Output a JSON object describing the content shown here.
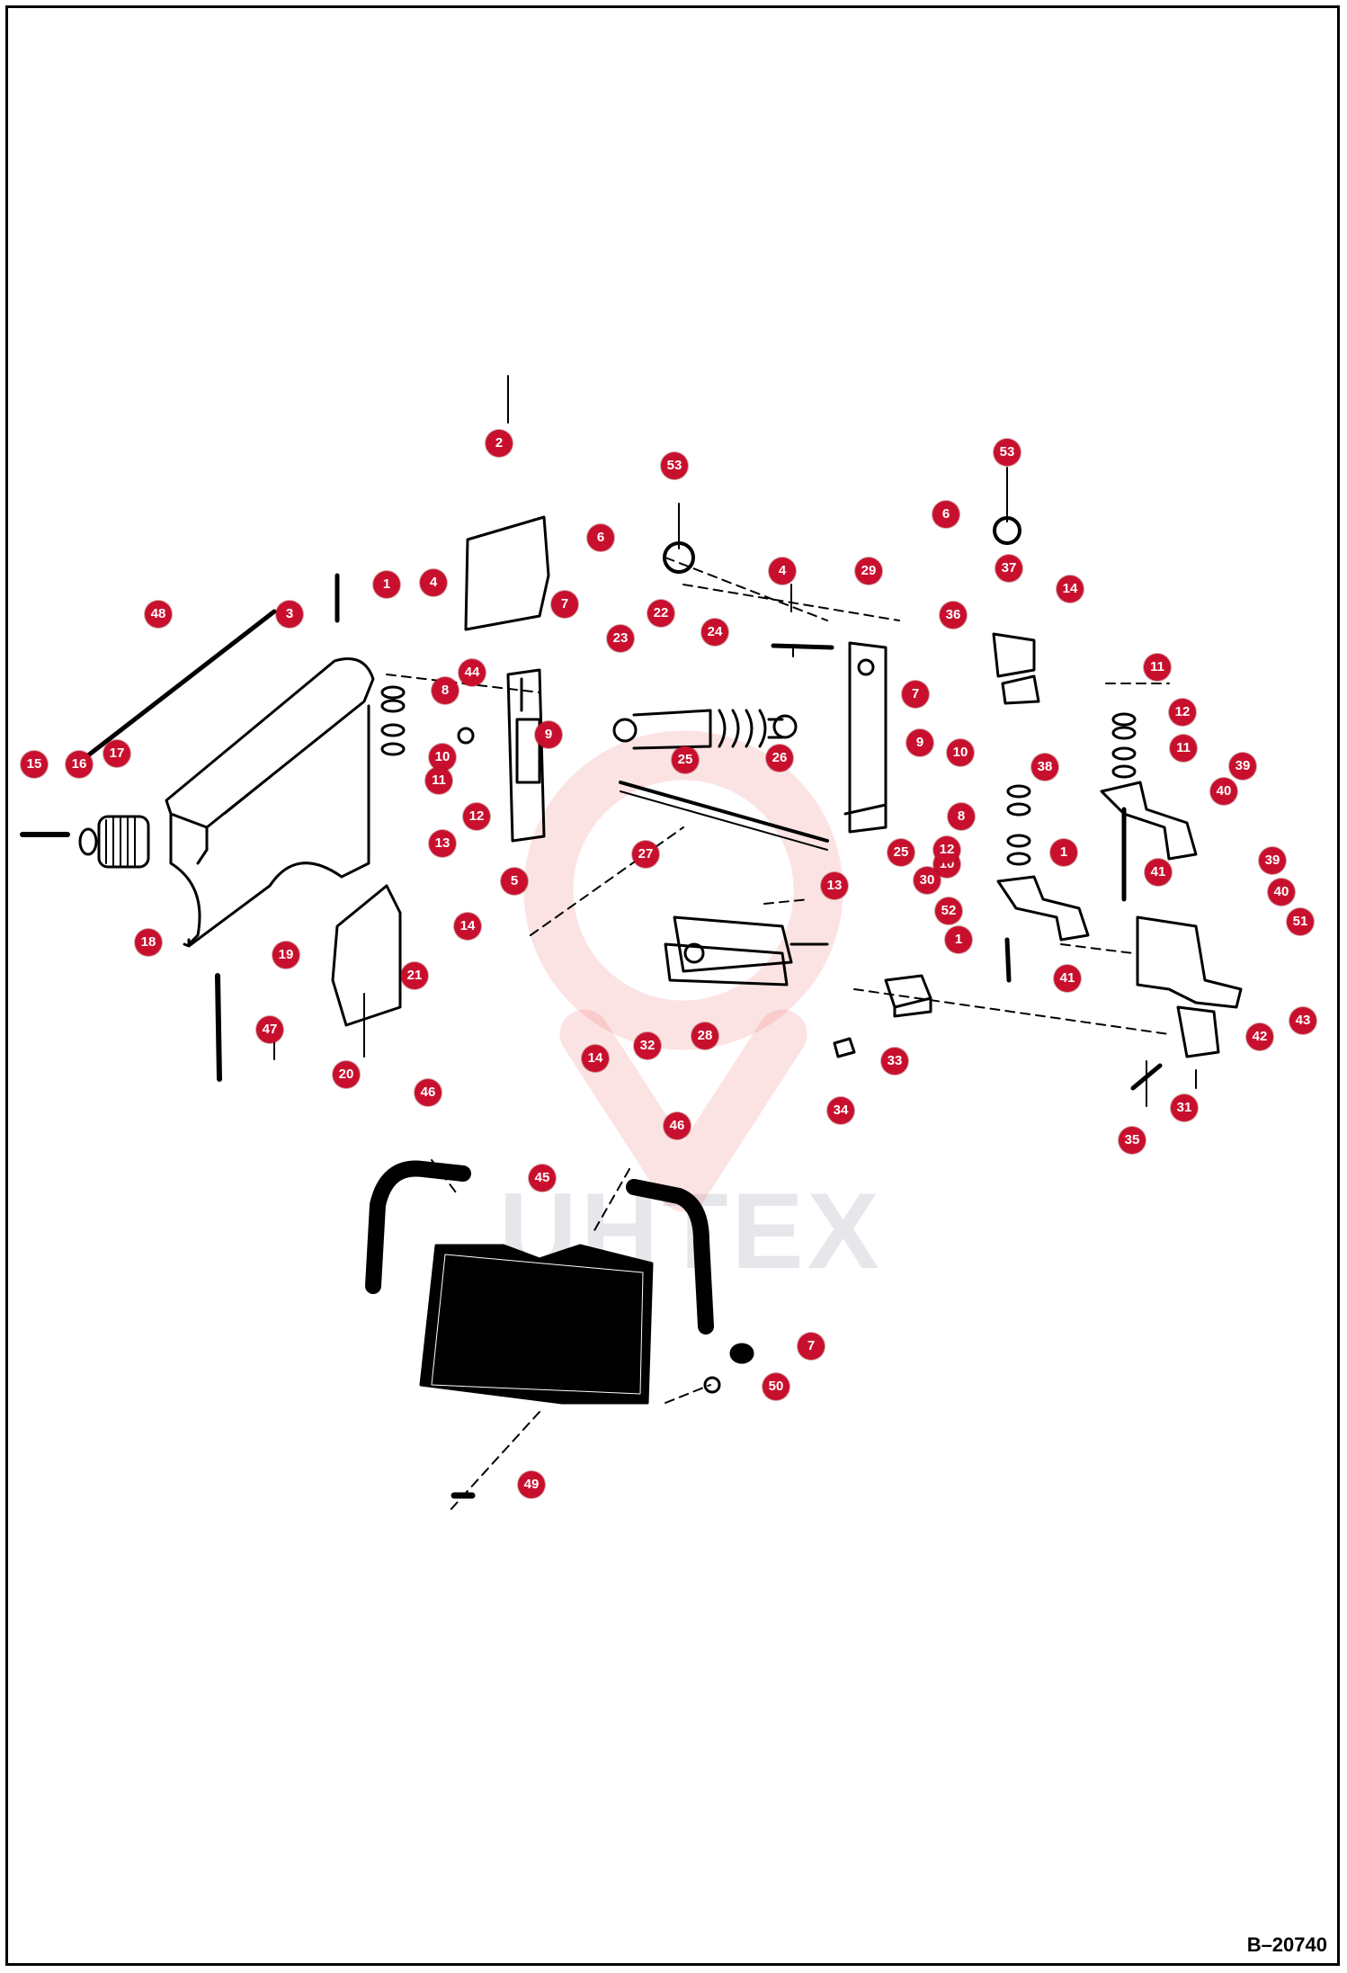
{
  "figure": {
    "id": "B–20740",
    "watermark": "UHTEX",
    "accent": "#c8102e",
    "line_color": "#000000"
  },
  "callouts": [
    "2",
    "53",
    "53",
    "6",
    "6",
    "1",
    "4",
    "7",
    "48",
    "3",
    "44",
    "8",
    "10",
    "11",
    "12",
    "9",
    "13",
    "5",
    "14",
    "21",
    "20",
    "47",
    "15",
    "16",
    "17",
    "18",
    "19",
    "22",
    "23",
    "24",
    "25",
    "26",
    "27",
    "13",
    "4",
    "29",
    "7",
    "9",
    "37",
    "36",
    "14",
    "11",
    "10",
    "8",
    "12",
    "38",
    "39",
    "40",
    "11",
    "10",
    "12",
    "1",
    "41",
    "39",
    "40",
    "51",
    "43",
    "42",
    "31",
    "35",
    "30",
    "25",
    "52",
    "1",
    "41",
    "28",
    "32",
    "14",
    "33",
    "34",
    "46",
    "46",
    "45",
    "7",
    "50",
    "49"
  ]
}
